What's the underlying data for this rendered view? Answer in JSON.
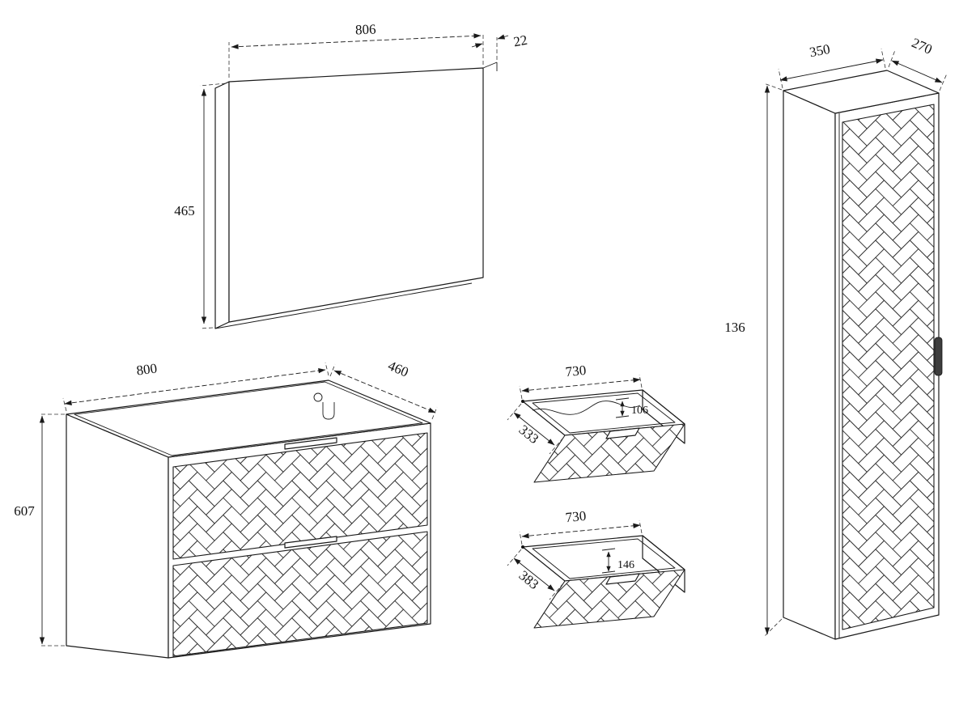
{
  "drawing": {
    "background": "#ffffff",
    "line_color": "#1a1a1a",
    "front_pattern": "herringbone"
  },
  "mirror": {
    "width": "806",
    "thickness": "22",
    "height": "465"
  },
  "vanity": {
    "width": "800",
    "depth": "460",
    "height": "607"
  },
  "top_drawer": {
    "width": "730",
    "depth": "333",
    "front_height": "106"
  },
  "bottom_drawer": {
    "width": "730",
    "depth": "383",
    "front_height": "146"
  },
  "tall_cabinet": {
    "width": "350",
    "depth": "270",
    "height": "136"
  }
}
